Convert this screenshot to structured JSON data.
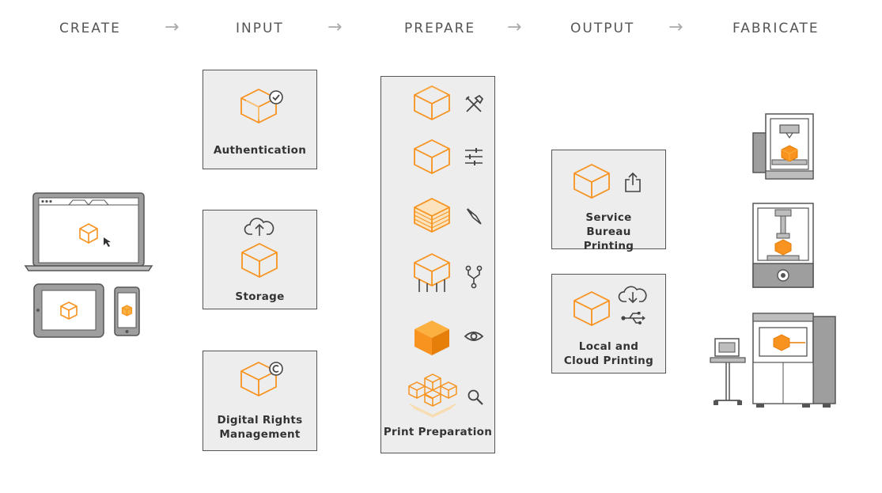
{
  "stages": [
    "CREATE",
    "INPUT",
    "PREPARE",
    "OUTPUT",
    "FABRICATE"
  ],
  "arrow_glyph": "→",
  "input": {
    "authentication": "Authentication",
    "storage": "Storage",
    "drm": "Digital Rights Management"
  },
  "prepare": {
    "label": "Print Preparation",
    "tool_icons": [
      "tools-icon",
      "sliders-icon",
      "knife-icon",
      "fork-icon",
      "eye-icon",
      "search-icon"
    ]
  },
  "output": {
    "service_bureau": "Service Bureau Printing",
    "local_cloud": "Local and Cloud Printing"
  },
  "colors": {
    "accent": "#f7931e",
    "accent_fill": "#fbb040",
    "stroke": "#555555",
    "box_fill": "#ededed"
  }
}
